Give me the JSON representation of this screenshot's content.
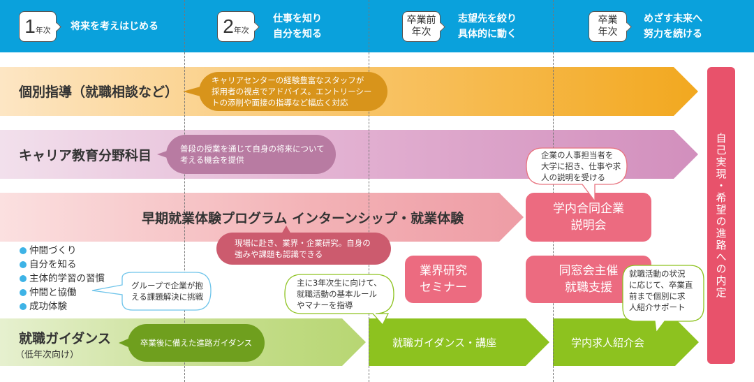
{
  "header": {
    "columns": [
      {
        "badge_num": "1",
        "badge_unit": "年次",
        "text_lines": [
          "将来を考えはじめる"
        ]
      },
      {
        "badge_num": "2",
        "badge_unit": "年次",
        "text_lines": [
          "仕事を知り",
          "自分を知る"
        ]
      },
      {
        "badge_lines": [
          "卒業前",
          "年次"
        ],
        "text_lines": [
          "志望先を絞り",
          "具体的に動く"
        ]
      },
      {
        "badge_lines": [
          "卒業",
          "年次"
        ],
        "text_lines": [
          "めざす未来へ",
          "努力を続ける"
        ]
      }
    ]
  },
  "rows": {
    "individual": {
      "title": "個別指導（就職相談など）",
      "bubble": [
        "キャリアセンターの経験豊富なスタッフが",
        "採用者の視点でアドバイス。エントリーシー",
        "トの添削や面接の指導など幅広く対応"
      ]
    },
    "career": {
      "title": "キャリア教育分野科目",
      "bubble": [
        "普段の授業を通じて自身の将来について",
        "考える機会を提供"
      ]
    },
    "internship": {
      "title": "早期就業体験プログラム インターンシップ・就業体験",
      "bubble": [
        "現場に赴き、業界・企業研究。自身の",
        "強みや課題も認識できる"
      ],
      "group_bubble": [
        "グループで企業が抱",
        "える課題解決に挑戦"
      ]
    },
    "guidance": {
      "title": "就職ガイダンス",
      "subtitle": "（低年次向け）",
      "bubble": "卒業後に備えた進路ガイダンス",
      "seg2_label": "就職ガイダンス・講座",
      "seg3_label": "学内求人紹介会",
      "seg2_bubble": [
        "主に3年次生に向けて、",
        "就職活動の基本ルール",
        "やマナーを指導"
      ],
      "seg3_bubble": [
        "就職活動の状況",
        "に応じて、卒業直",
        "前まで個別に求",
        "人紹介サポート"
      ]
    }
  },
  "bullets": [
    "仲間づくり",
    "自分を知る",
    "主体的学習の習慣",
    "仲間と協働",
    "成功体験"
  ],
  "boxes": {
    "company_fair": {
      "lines": [
        "学内合同企業",
        "説明会"
      ],
      "bubble": [
        "企業の人事担当者を",
        "大学に招き、仕事や求",
        "人の説明を受ける"
      ]
    },
    "industry_seminar": {
      "lines": [
        "業界研究",
        "セミナー"
      ]
    },
    "alumni_support": {
      "lines": [
        "同窓会主催",
        "就職支援"
      ]
    }
  },
  "goal": "自己実現・希望の進路への内定",
  "colors": {
    "header": "#0aa1dc",
    "orange": "#f2a81f",
    "orange_bubble": "#d8941b",
    "purple": "#d28fbd",
    "purple_bubble": "#b87ba2",
    "pink": "#ee9ca5",
    "pink_bubble": "#cc5b6e",
    "pink_box": "#ec6b80",
    "green": "#8dc21f",
    "green_bubble": "#6f9f1e",
    "goal": "#e8526b"
  }
}
